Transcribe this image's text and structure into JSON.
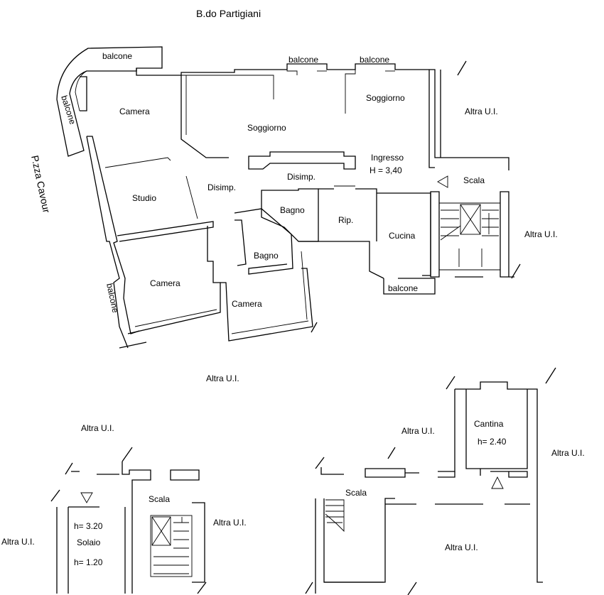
{
  "plan": {
    "street_top": "B.do Partigiani",
    "street_left": "P.zza Cavour",
    "rooms": {
      "balcone_top_left": "balcone",
      "balcone_left_vertical": "balcone",
      "balcone_top_mid": "balcone",
      "balcone_top_right": "balcone",
      "camera_top": "Camera",
      "soggiorno_center": "Soggiorno",
      "soggiorno_right": "Soggiorno",
      "ingresso": "Ingresso",
      "ingresso_height": "H = 3,40",
      "scala_main": "Scala",
      "studio": "Studio",
      "disimp_left": "Disimp.",
      "disimp_center": "Disimp.",
      "bagno_upper": "Bagno",
      "ripostiglio": "Rip.",
      "cucina": "Cucina",
      "bagno_lower": "Bagno",
      "camera_left": "Camera",
      "camera_right": "Camera",
      "balcone_kitchen": "balcone",
      "balcone_camera": "balcone"
    },
    "other_units": {
      "right_top": "Altra U.I.",
      "right_mid": "Altra U.I.",
      "center": "Altra U.I."
    },
    "attic": {
      "other_unit_top": "Altra U.I.",
      "other_unit_left": "Altra U.I.",
      "other_unit_right": "Altra U.I.",
      "scala": "Scala",
      "height_top": "h= 3.20",
      "room": "Solaio",
      "height_bottom": "h= 1.20"
    },
    "cellar": {
      "other_unit_top": "Altra U.I.",
      "other_unit_right": "Altra U.I.",
      "other_unit_bottom": "Altra U.I.",
      "scala": "Scala",
      "room": "Cantina",
      "height": "h= 2.40"
    }
  }
}
